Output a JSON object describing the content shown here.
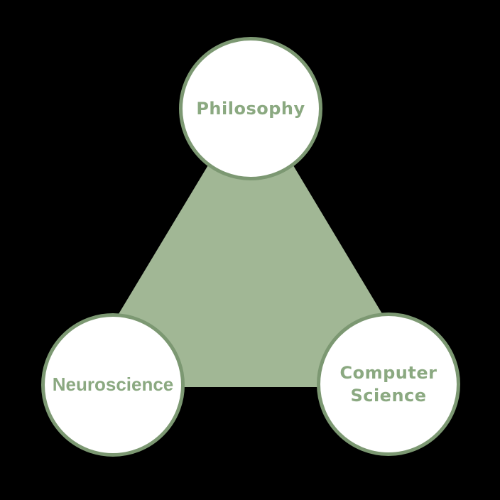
{
  "diagram": {
    "type": "triangle-venn-relationship",
    "nodes": [
      {
        "id": "philosophy",
        "label": "Philosophy",
        "position": "top"
      },
      {
        "id": "neuroscience",
        "label": "Neuroscience",
        "position": "bottom-left"
      },
      {
        "id": "computer-science",
        "label": "Computer Science",
        "position": "bottom-right"
      }
    ],
    "connector": {
      "shape": "triangle",
      "connects": [
        "philosophy",
        "neuroscience",
        "computer-science"
      ]
    }
  },
  "colors": {
    "background": "#000000",
    "triangle_fill": "#A1B795",
    "circle_fill": "#FFFFFF",
    "circle_border": "#7C9872",
    "label_text": "#8BA981"
  }
}
